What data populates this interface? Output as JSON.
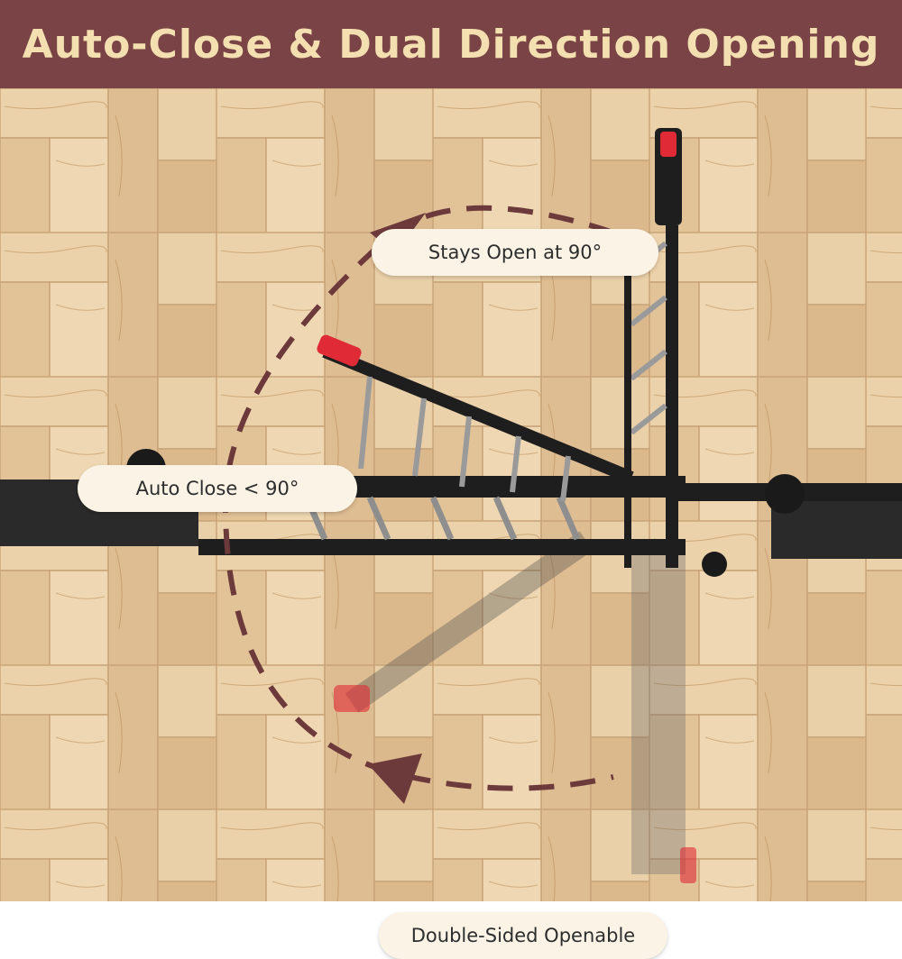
{
  "header": {
    "title": "Auto-Close & Dual Direction Opening"
  },
  "callouts": {
    "stays_open": "Stays Open at 90°",
    "auto_close": "Auto Close < 90°",
    "double_sided": "Double-Sided Openable"
  },
  "colors": {
    "header_bg": "#7a4446",
    "header_text": "#f3dfb0",
    "arrow": "#6d3a3c",
    "callout_bg": "#fbf4e6",
    "gate_frame": "#1e1e1e",
    "handle_accent": "#e02a36",
    "floor": "#e3c49a"
  }
}
